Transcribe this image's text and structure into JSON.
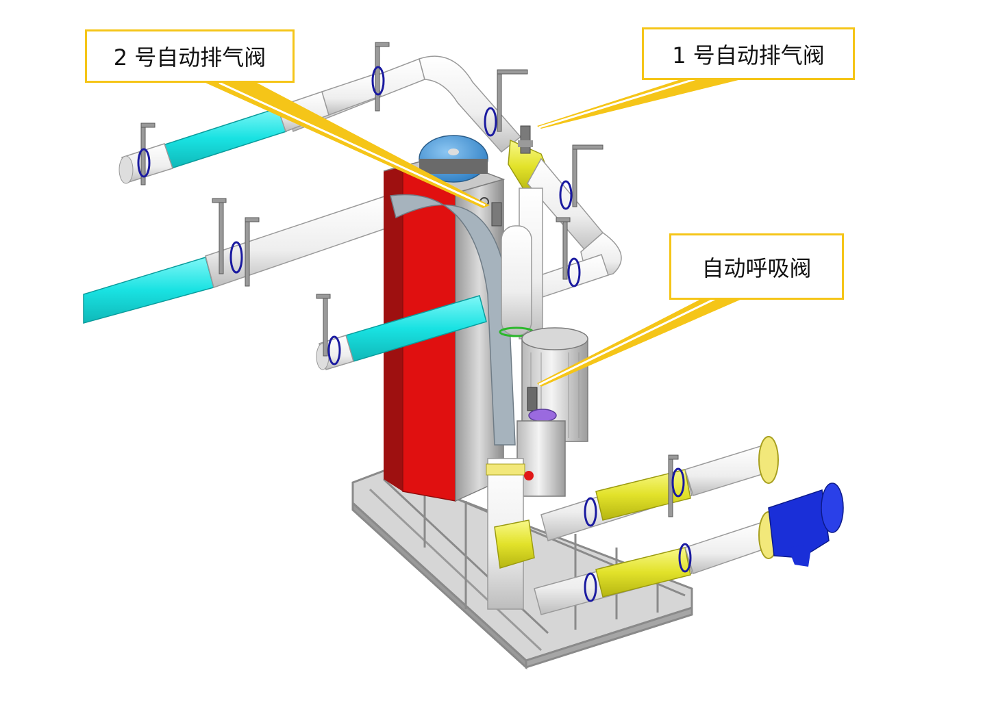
{
  "callouts": {
    "vent_valve_2": "2 号自动排气阀",
    "vent_valve_1": "1 号自动排气阀",
    "breather_valve": "自动呼吸阀"
  },
  "colors": {
    "callout_border": "#f5c518",
    "leader_line": "#f5c518",
    "pipe_white": "#f2f2f2",
    "pipe_cyan": "#1de3e3",
    "pipe_yellow": "#e8e82a",
    "tank_red": "#e01010",
    "tank_grey": "#b8b8b8",
    "expansion_tank_blue": "#3a8fd6",
    "strainer_blue": "#1a2fd8",
    "frame_grey": "#a8a8a8",
    "clamp_blue": "#1a1aa0"
  }
}
